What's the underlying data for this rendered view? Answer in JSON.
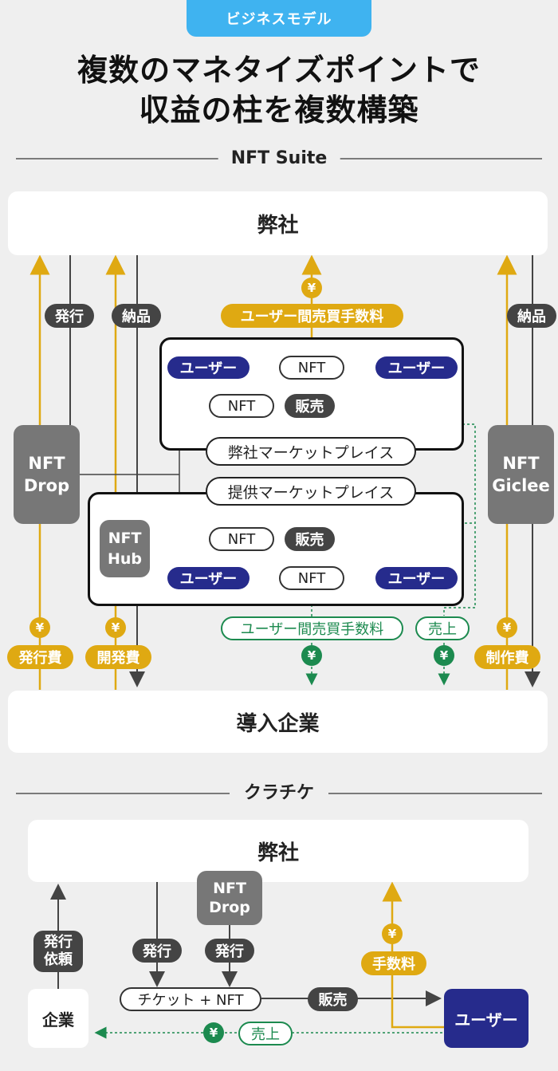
{
  "header": {
    "category_tag": "ビジネスモデル",
    "title_line1": "複数のマネタイズポイントで",
    "title_line2": "収益の柱を複数構築"
  },
  "nft_suite": {
    "section_title": "NFT Suite",
    "top_box": "弊社",
    "bottom_box": "導入企業",
    "left_side_box": "NFT\nDrop",
    "hub_box": "NFT\nHub",
    "right_side_box": "NFT\nGiclee",
    "labels": {
      "issue": "発行",
      "delivery_left": "納品",
      "delivery_right": "納品",
      "fee_top": "ユーザー間売買手数料",
      "fee_bottom": "ユーザー間売買手数料",
      "sales": "売上",
      "issue_fee": "発行費",
      "dev_fee": "開発費",
      "production_fee": "制作費"
    },
    "own_marketplace": {
      "label": "弊社マーケットプレイス",
      "user_left": "ユーザー",
      "user_right": "ユーザー",
      "nft": "NFT",
      "sale_nft": "NFT",
      "sale_label": "販売"
    },
    "provided_marketplace": {
      "label": "提供マーケットプレイス",
      "user_left": "ユーザー",
      "user_right": "ユーザー",
      "nft": "NFT",
      "sale_nft": "NFT",
      "sale_label": "販売"
    },
    "yen": "¥"
  },
  "kurachike": {
    "section_title": "クラチケ",
    "top_box": "弊社",
    "drop_box": "NFT\nDrop",
    "issue_request": "発行\n依頼",
    "issue_1": "発行",
    "issue_2": "発行",
    "company": "企業",
    "ticket": "チケット + NFT",
    "sale": "販売",
    "fee": "手数料",
    "user": "ユーザー",
    "revenue": "売上",
    "yen": "¥"
  },
  "colors": {
    "accent_blue": "#3fb3f0",
    "gold": "#dfa912",
    "green": "#1c8a4f",
    "navy": "#262b8c",
    "dark_gray": "#444444",
    "mid_gray": "#777777"
  }
}
